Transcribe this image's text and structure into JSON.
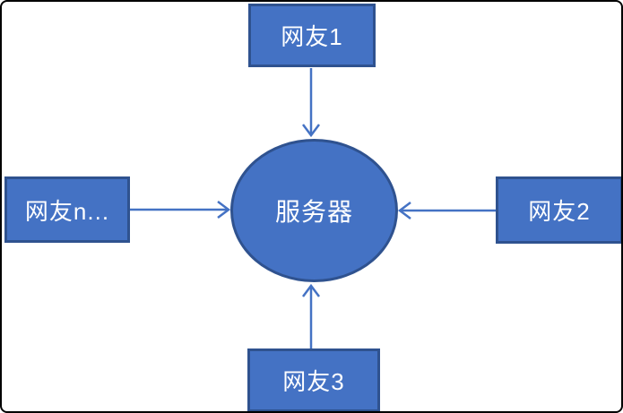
{
  "diagram": {
    "title": "server-and-netizens-star-topology",
    "center_node": {
      "label": "服务器"
    },
    "nodes": {
      "top": {
        "label": "网友1"
      },
      "right": {
        "label": "网友2"
      },
      "bottom": {
        "label": "网友3"
      },
      "left": {
        "label": "网友n..."
      }
    },
    "connections": [
      {
        "from": "网友1",
        "to": "服务器",
        "direction": "down"
      },
      {
        "from": "网友2",
        "to": "服务器",
        "direction": "left"
      },
      {
        "from": "网友3",
        "to": "服务器",
        "direction": "up"
      },
      {
        "from": "网友n...",
        "to": "服务器",
        "direction": "right"
      }
    ]
  },
  "colors": {
    "node_fill": "#4472C4",
    "node_border": "#2F528F",
    "arrow": "#4472C4",
    "text": "#FFFFFF",
    "background": "#FFFFFF",
    "canvas_border": "#000000"
  }
}
